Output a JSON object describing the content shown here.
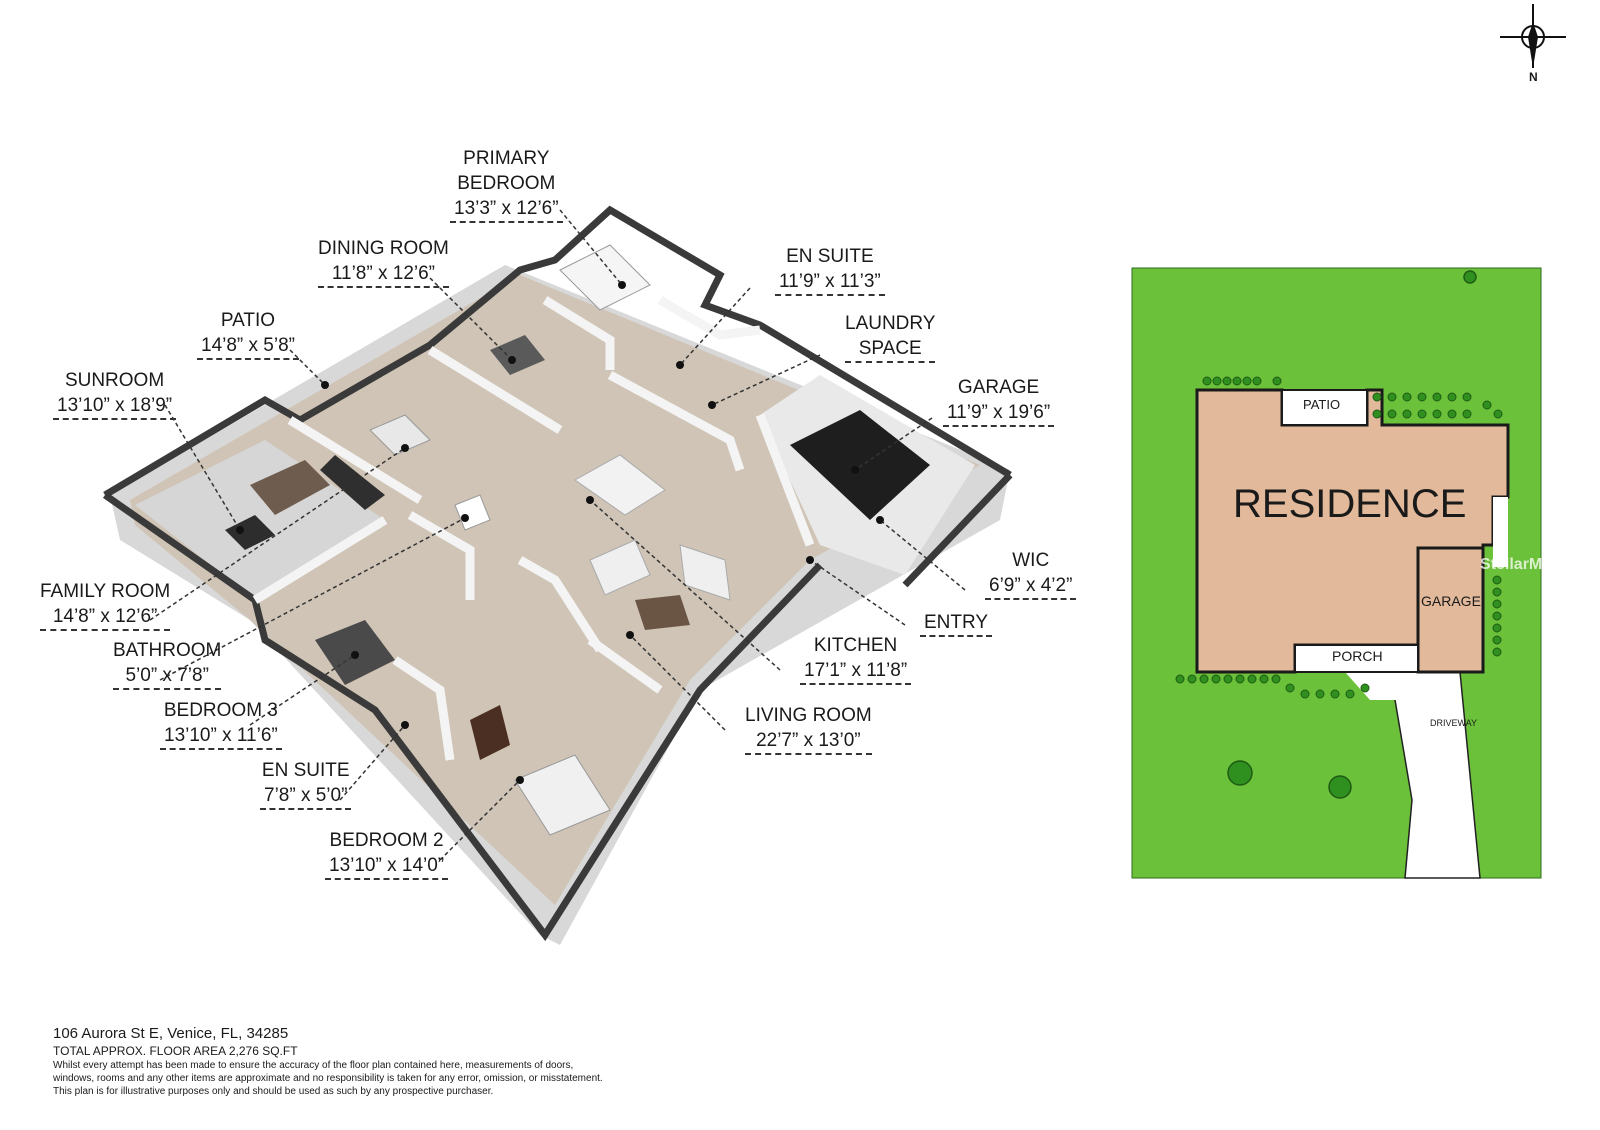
{
  "floor_plan": {
    "rooms": [
      {
        "name": "PRIMARY\nBEDROOM",
        "dims": "13’3” x 12’6”"
      },
      {
        "name": "DINING ROOM",
        "dims": "11’8” x 12’6”"
      },
      {
        "name": "EN SUITE",
        "dims": "11’9” x 11’3”"
      },
      {
        "name": "LAUNDRY\nSPACE",
        "dims": ""
      },
      {
        "name": "PATIO",
        "dims": "14’8” x 5’8”"
      },
      {
        "name": "SUNROOM",
        "dims": "13’10” x 18’9”"
      },
      {
        "name": "GARAGE",
        "dims": "11’9” x 19’6”"
      },
      {
        "name": "WIC",
        "dims": "6’9” x 4’2”"
      },
      {
        "name": "ENTRY",
        "dims": ""
      },
      {
        "name": "FAMILY ROOM",
        "dims": "14’8” x 12’6”"
      },
      {
        "name": "BATHROOM",
        "dims": "5’0” x 7’8”"
      },
      {
        "name": "KITCHEN",
        "dims": "17’1” x 11’8”"
      },
      {
        "name": "BEDROOM 3",
        "dims": "13’10” x 11’6”"
      },
      {
        "name": "LIVING ROOM",
        "dims": "22’7” x 13’0”"
      },
      {
        "name": "EN SUITE",
        "dims": "7’8” x 5’0”"
      },
      {
        "name": "BEDROOM 2",
        "dims": "13’10” x 14’0”"
      }
    ]
  },
  "compass": {
    "label": "N"
  },
  "site_plan": {
    "residence_label": "RESIDENCE",
    "patio_label": "PATIO",
    "garage_label": "GARAGE",
    "porch_label": "PORCH",
    "driveway_label": "DRIVEWAY",
    "watermark": "StellarMLS",
    "colors": {
      "lawn": "#6cc13a",
      "building": "#e2b99a",
      "outline": "#1a1a1a",
      "shrub": "#2f8f1f"
    }
  },
  "footer": {
    "address": "106 Aurora St E, Venice, FL, 34285",
    "floor_area": "TOTAL APPROX. FLOOR AREA 2,276 SQ.FT",
    "disclaimer_1": "Whilst every attempt has been made to ensure the accuracy of the floor plan contained here, measurements of doors,",
    "disclaimer_2": "windows, rooms and any other items are approximate and no responsibility is taken for any error, omission, or misstatement.",
    "disclaimer_3": "This plan is for illustrative purposes only and should be used as such by any prospective purchaser."
  }
}
